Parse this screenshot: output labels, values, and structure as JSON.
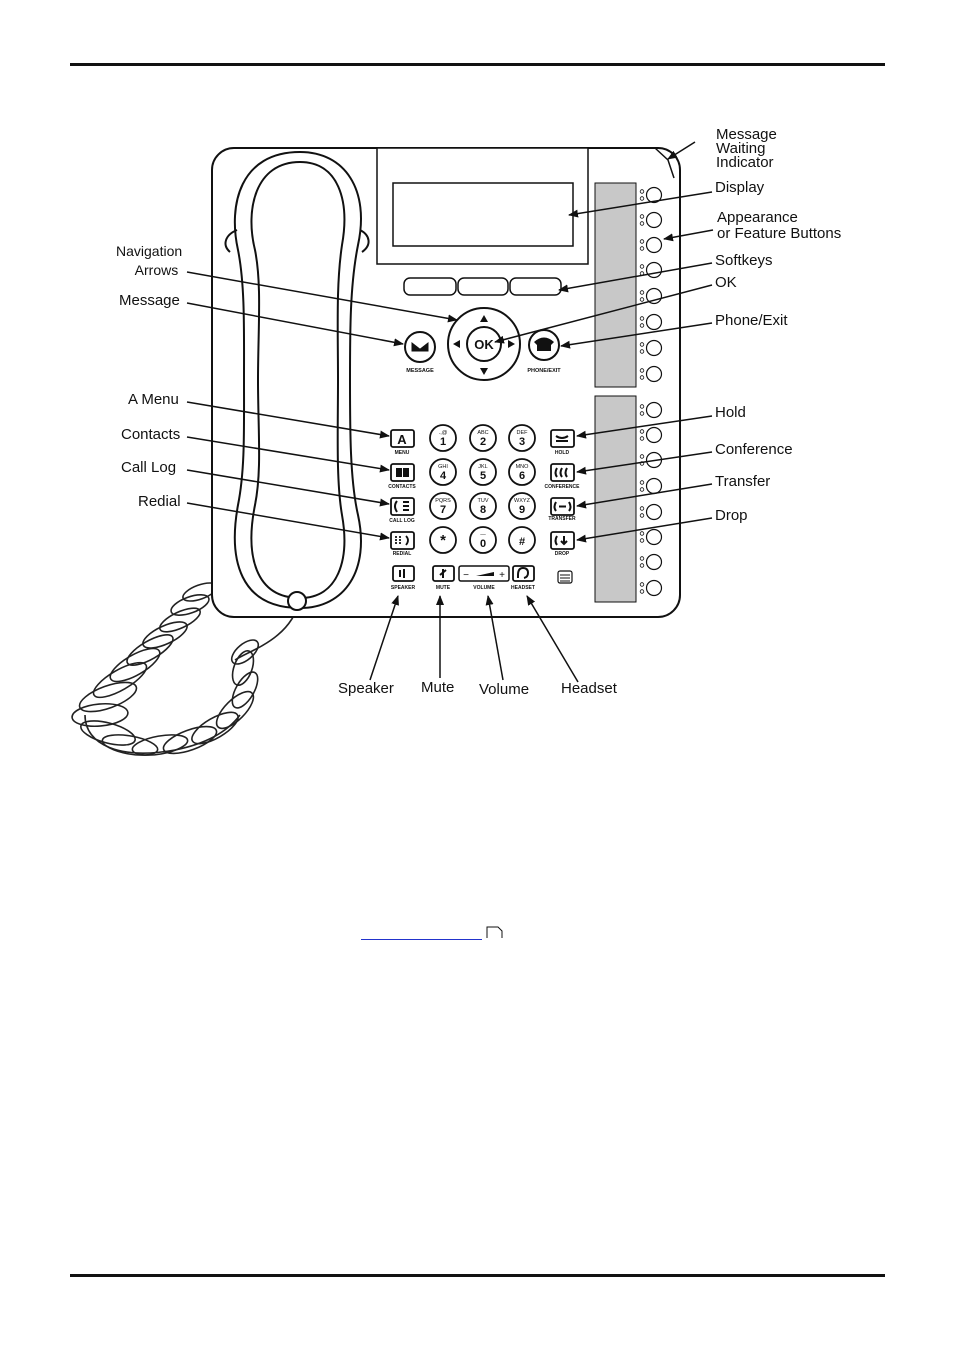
{
  "callouts": {
    "message_waiting": "Message\nWaiting\nIndicator",
    "display": "Display",
    "appearance": "Appearance\nor Feature Buttons",
    "softkeys": "Softkeys",
    "ok": "OK",
    "phone_exit": "Phone/Exit",
    "hold": "Hold",
    "conference": "Conference",
    "transfer": "Transfer",
    "drop": "Drop",
    "navigation": "Navigation\n     Arrows",
    "message": "Message",
    "a_menu": "A Menu",
    "contacts": "Contacts",
    "call_log": "Call  Log",
    "redial": "Redial",
    "speaker": "Speaker",
    "mute": "Mute",
    "volume": "Volume",
    "headset": "Headset"
  },
  "keypad": [
    {
      "digit": "1",
      "letters": ".,@"
    },
    {
      "digit": "2",
      "letters": "ABC"
    },
    {
      "digit": "3",
      "letters": "DEF"
    },
    {
      "digit": "4",
      "letters": "GHI"
    },
    {
      "digit": "5",
      "letters": "JKL"
    },
    {
      "digit": "6",
      "letters": "MNO"
    },
    {
      "digit": "7",
      "letters": "PQRS"
    },
    {
      "digit": "8",
      "letters": "TUV"
    },
    {
      "digit": "9",
      "letters": "WXYZ"
    },
    {
      "digit": "*",
      "letters": ""
    },
    {
      "digit": "0",
      "letters": "—"
    },
    {
      "digit": "#",
      "letters": ""
    }
  ],
  "button_labels": {
    "ok": "OK",
    "message": "MESSAGE",
    "phone_exit": "PHONE/EXIT",
    "menu": "MENU",
    "contacts": "CONTACTS",
    "call_log": "CALL LOG",
    "redial": "REDIAL",
    "hold": "HOLD",
    "conference": "CONFERENCE",
    "transfer": "TRANSFER",
    "drop": "DROP",
    "speaker": "SPEAKER",
    "mute": "MUTE",
    "volume": "VOLUME",
    "headset": "HEADSET",
    "vol_minus": "−",
    "vol_plus": "+"
  }
}
